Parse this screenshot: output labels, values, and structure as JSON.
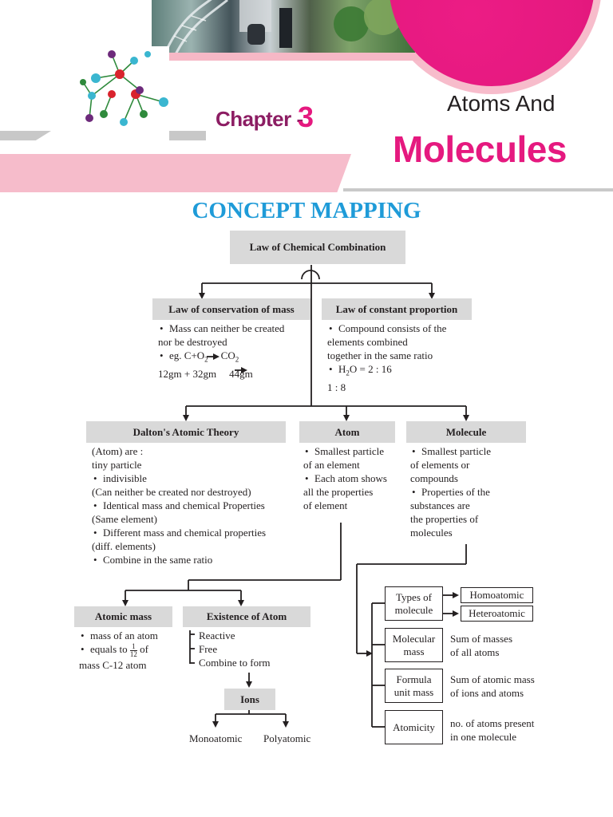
{
  "header": {
    "chapter_label": "Chapter -",
    "chapter_number": "3",
    "title_line1": "Atoms And",
    "title_line2": "Molecules",
    "accent_color": "#e5197f",
    "band_color": "#f6bccb"
  },
  "concept_title": "CONCEPT MAPPING",
  "map": {
    "root": "Law of Chemical Combination",
    "conservation": {
      "title": "Law of conservation of mass",
      "items": [
        "Mass can neither be created",
        "nor be destroyed",
        "eg. C+O",
        "2",
        "CO",
        "2",
        "12gm + 32gm",
        "44gm"
      ]
    },
    "constant": {
      "title": "Law of constant proportion",
      "items": [
        "Compound consists of the",
        "elements combined",
        "together in the same ratio",
        "H",
        "2",
        "O = 2 : 16",
        "1 : 8"
      ]
    },
    "dalton": {
      "title": "Dalton's Atomic Theory",
      "lines": [
        "(Atom) are :",
        "tiny particle",
        "indivisible",
        "(Can neither be created nor destroyed)",
        "Identical mass and chemical Properties",
        "(Same element)",
        "Different mass and chemical properties",
        "(diff. elements)",
        "Combine in the same ratio"
      ]
    },
    "atom": {
      "title": "Atom",
      "lines": [
        "Smallest particle",
        "of an element",
        "Each atom shows",
        "all the properties",
        "of element"
      ]
    },
    "molecule": {
      "title": "Molecule",
      "lines": [
        "Smallest particle",
        "of elements or",
        "compounds",
        "Properties of the",
        "substances are",
        "the properties of",
        "molecules"
      ]
    },
    "atomic_mass": {
      "title": "Atomic mass",
      "lines": [
        "mass of an atom",
        "equals to",
        "1",
        "12",
        "of",
        "mass C-12 atom"
      ]
    },
    "existence": {
      "title": "Existence of Atom",
      "lines": [
        "Reactive",
        "Free",
        "Combine to form"
      ]
    },
    "ions": {
      "title": "Ions",
      "children": [
        "Monoatomic",
        "Polyatomic"
      ]
    },
    "molecule_branch": {
      "types": {
        "label1": "Types of",
        "label2": "molecule",
        "children": [
          "Homoatomic",
          "Heteroatomic"
        ]
      },
      "molecular_mass": {
        "label1": "Molecular",
        "label2": "mass",
        "desc1": "Sum of masses",
        "desc2": "of all atoms"
      },
      "formula_unit": {
        "label1": "Formula",
        "label2": "unit mass",
        "desc1": "Sum of atomic mass",
        "desc2": "of ions and atoms"
      },
      "atomicity": {
        "label": "Atomicity",
        "desc1": "no. of atoms present",
        "desc2": "in one molecule"
      }
    }
  }
}
